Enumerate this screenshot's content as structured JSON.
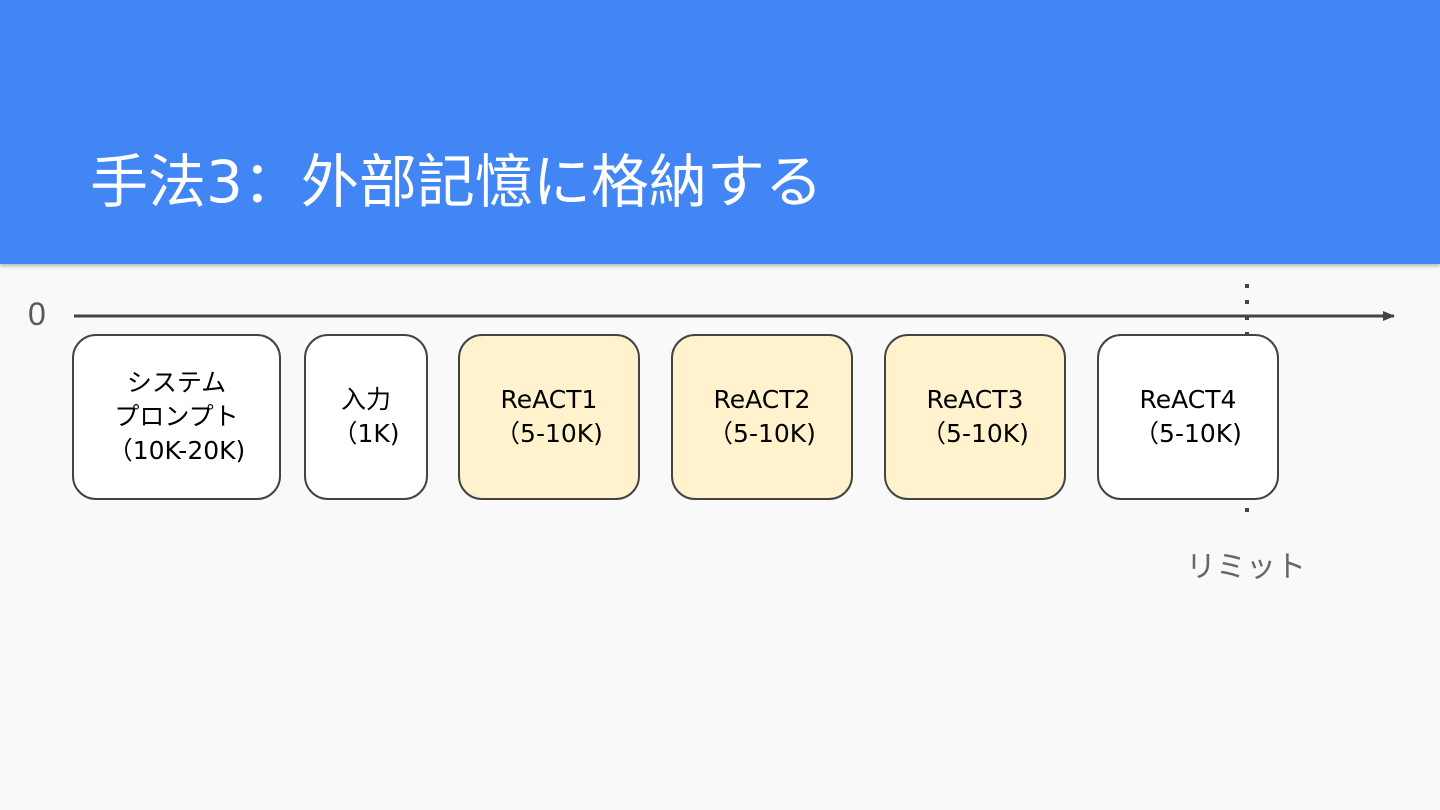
{
  "slide": {
    "title": "手法3：外部記憶に格納する",
    "header_color": "#4285f4"
  },
  "axis": {
    "origin_label": "0",
    "limit_label": "リミット"
  },
  "blocks": [
    {
      "label": "システム\nプロンプト\n（10K-20K)",
      "highlighted": false
    },
    {
      "label": "入力\n（1K)",
      "highlighted": false
    },
    {
      "label": "ReACT1\n（5-10K)",
      "highlighted": true
    },
    {
      "label": "ReACT2\n（5-10K)",
      "highlighted": true
    },
    {
      "label": "ReACT3\n（5-10K)",
      "highlighted": true
    },
    {
      "label": "ReACT4\n（5-10K)",
      "highlighted": false
    }
  ],
  "colors": {
    "highlight_fill": "#fff2cc",
    "default_fill": "#ffffff",
    "border": "#434343"
  }
}
